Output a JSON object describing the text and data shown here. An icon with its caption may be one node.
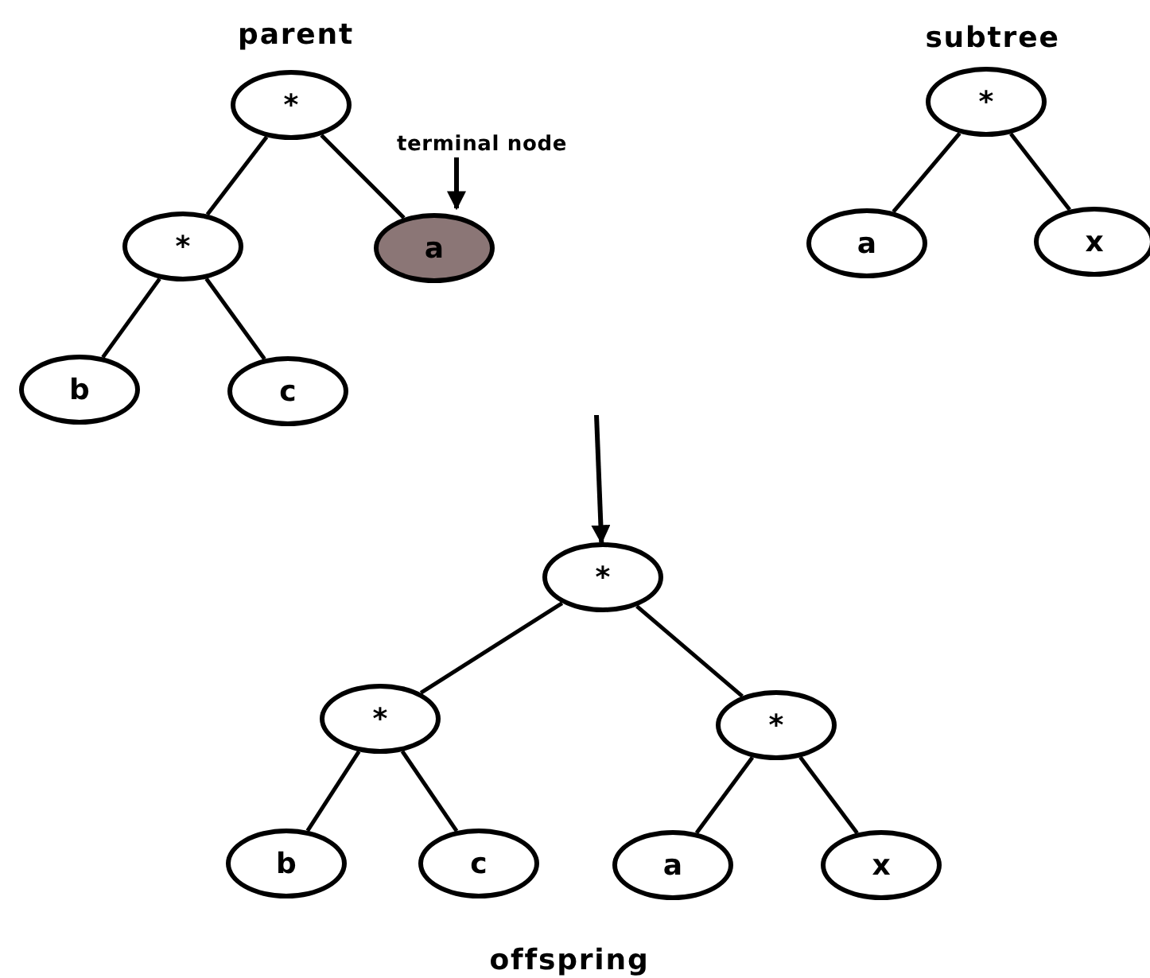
{
  "diagram": {
    "nodes": [
      {
        "text": [
          "*"
        ]
      },
      {
        "text": [
          "*"
        ]
      },
      {
        "text": [
          "a"
        ]
      },
      {
        "text": [
          "b"
        ]
      },
      {
        "text": [
          "c"
        ]
      },
      {
        "text": [
          "*"
        ]
      },
      {
        "text": [
          "a"
        ]
      },
      {
        "text": [
          "x"
        ]
      },
      {
        "text": [
          "*"
        ]
      },
      {
        "text": [
          "*"
        ]
      },
      {
        "text": [
          "*"
        ]
      },
      {
        "text": [
          "b"
        ]
      },
      {
        "text": [
          "c"
        ]
      },
      {
        "text": [
          "a"
        ]
      },
      {
        "text": [
          "x"
        ]
      },
      {
        "text": [
          "terminal node"
        ]
      }
    ],
    "edges": [
      {
        "from": 0,
        "to": 1,
        "arrow": "none"
      },
      {
        "from": 0,
        "to": 2,
        "arrow": "none"
      },
      {
        "from": 1,
        "to": 3,
        "arrow": "none"
      },
      {
        "from": 1,
        "to": 4,
        "arrow": "none"
      },
      {
        "from": 5,
        "to": 6,
        "arrow": "none"
      },
      {
        "from": 5,
        "to": 7,
        "arrow": "none"
      },
      {
        "from": 8,
        "to": 9,
        "arrow": "none"
      },
      {
        "from": 8,
        "to": 10,
        "arrow": "none"
      },
      {
        "from": 9,
        "to": 11,
        "arrow": "none"
      },
      {
        "from": 9,
        "to": 12,
        "arrow": "none"
      },
      {
        "from": 10,
        "to": 13,
        "arrow": "none"
      },
      {
        "from": 10,
        "to": 14,
        "arrow": "none"
      },
      {
        "from": 15,
        "to": 2,
        "arrow": "to"
      },
      {
        "from": null,
        "to": 8,
        "arrow": "to"
      }
    ],
    "labels": [
      "parent",
      "subtree",
      "offspring"
    ]
  }
}
